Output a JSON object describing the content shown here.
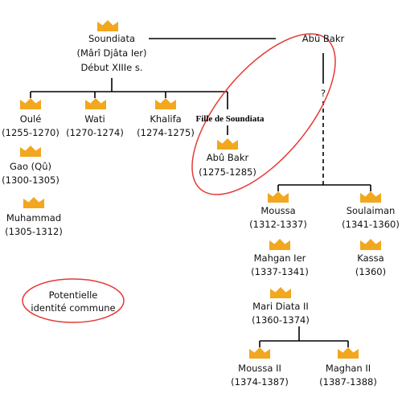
{
  "people": {
    "soundiata": {
      "name": "Soundiata",
      "alt": "(Mârî Djâta Ier)",
      "period": "Début XIIIe s."
    },
    "abu_bakr_father": {
      "name": "Abû Bakr",
      "mark": "?"
    },
    "oule": {
      "name": "Oulé",
      "reign": "(1255-1270)"
    },
    "wati": {
      "name": "Wati",
      "reign": "(1270-1274)"
    },
    "khalifa": {
      "name": "Khalifa",
      "reign": "(1274-1275)"
    },
    "daughter": {
      "name": "Fille de Soundiata"
    },
    "abu_bakr": {
      "name": "Abû Bakr",
      "reign": "(1275-1285)"
    },
    "gao": {
      "name": "Gao (Qû)",
      "reign": "(1300-1305)"
    },
    "muhammad": {
      "name": "Muhammad",
      "reign": "(1305-1312)"
    },
    "moussa": {
      "name": "Moussa",
      "reign": "(1312-1337)"
    },
    "soulaiman": {
      "name": "Soulaiman",
      "reign": "(1341-1360)"
    },
    "mahgan": {
      "name": "Mahgan Ier",
      "reign": "(1337-1341)"
    },
    "kassa": {
      "name": "Kassa",
      "reign": "(1360)"
    },
    "mari_diata": {
      "name": "Mari Diata II",
      "reign": "(1360-1374)"
    },
    "moussa2": {
      "name": "Moussa II",
      "reign": "(1374-1387)"
    },
    "maghan2": {
      "name": "Maghan II",
      "reign": "(1387-1388)"
    }
  },
  "legend": {
    "line1": "Potentielle",
    "line2": "identité commune"
  },
  "colors": {
    "crown": "#f2a71e",
    "oval": "#e53935",
    "line": "#000000"
  }
}
